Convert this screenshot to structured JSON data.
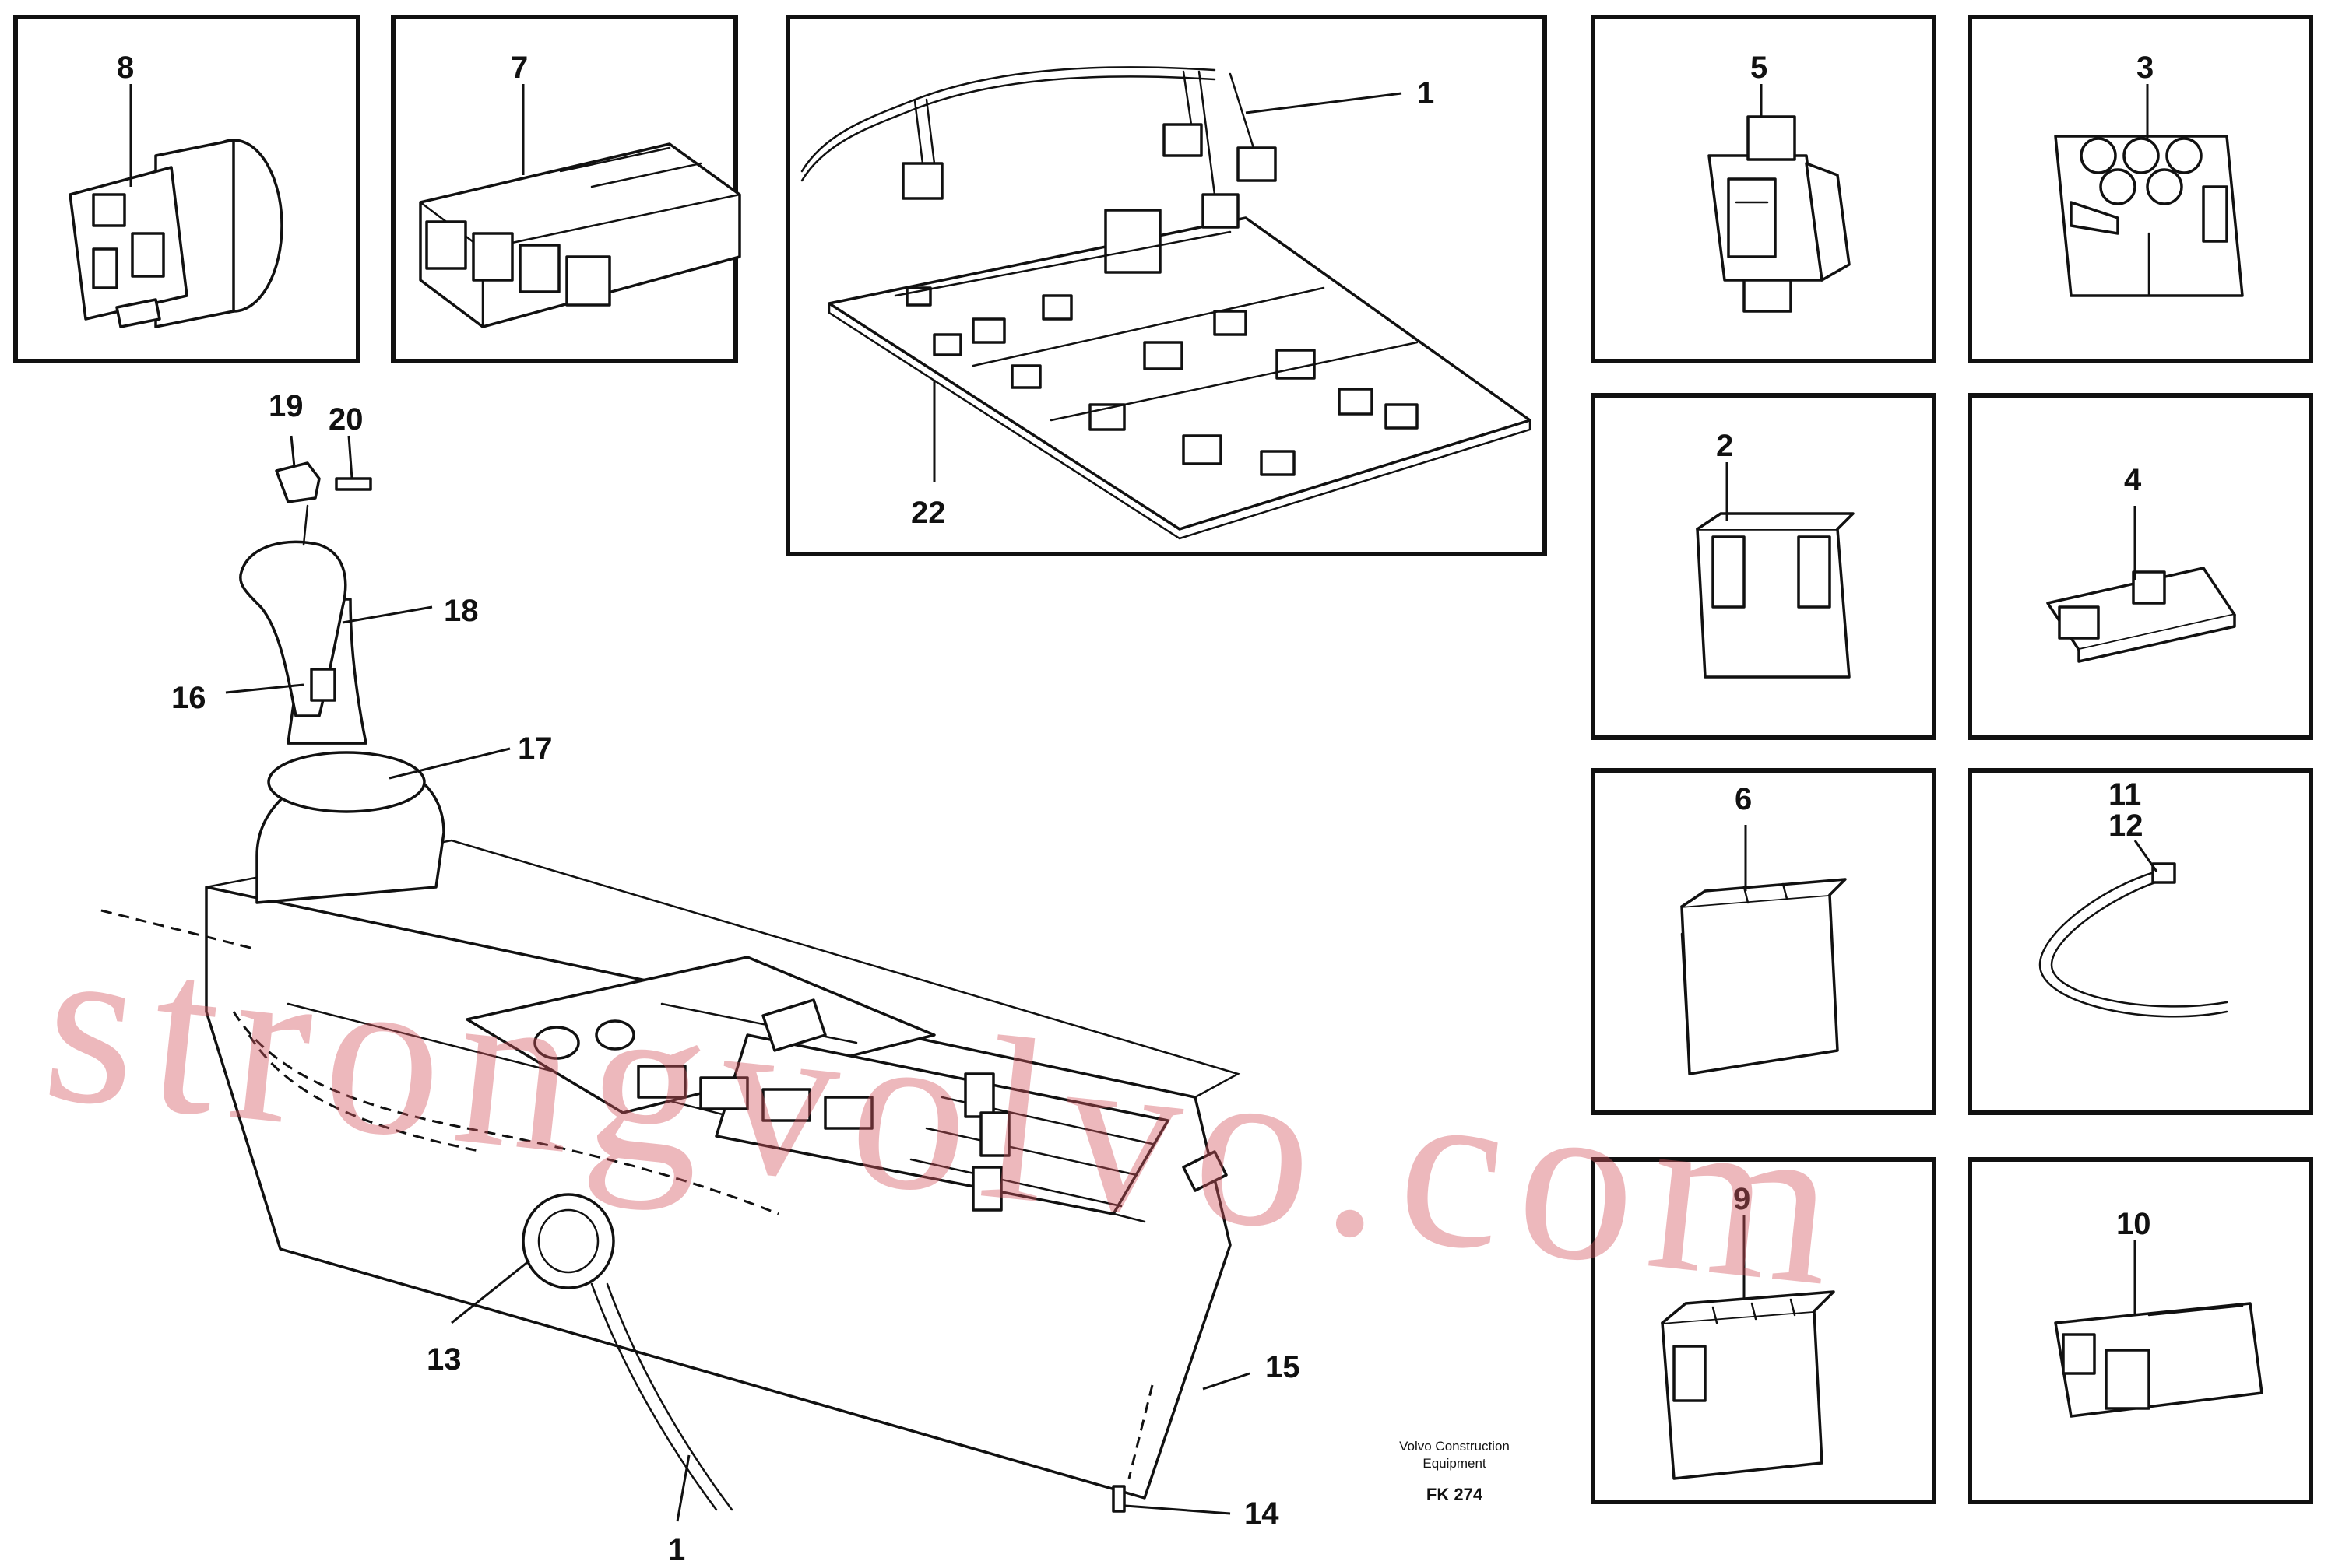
{
  "diagram": {
    "imprint": {
      "company_line1": "Volvo Construction",
      "company_line2": "Equipment",
      "figure_code": "FK 274"
    },
    "watermark": "strongvolvo.com",
    "callouts": {
      "c1_harness": "1",
      "c1_cable": "1",
      "c2": "2",
      "c3": "3",
      "c4": "4",
      "c5": "5",
      "c6": "6",
      "c7": "7",
      "c8": "8",
      "c9": "9",
      "c10": "10",
      "c11": "11",
      "c12": "12",
      "c13": "13",
      "c14": "14",
      "c15": "15",
      "c16": "16",
      "c17": "17",
      "c18": "18",
      "c19": "19",
      "c20": "20",
      "c22": "22"
    }
  }
}
